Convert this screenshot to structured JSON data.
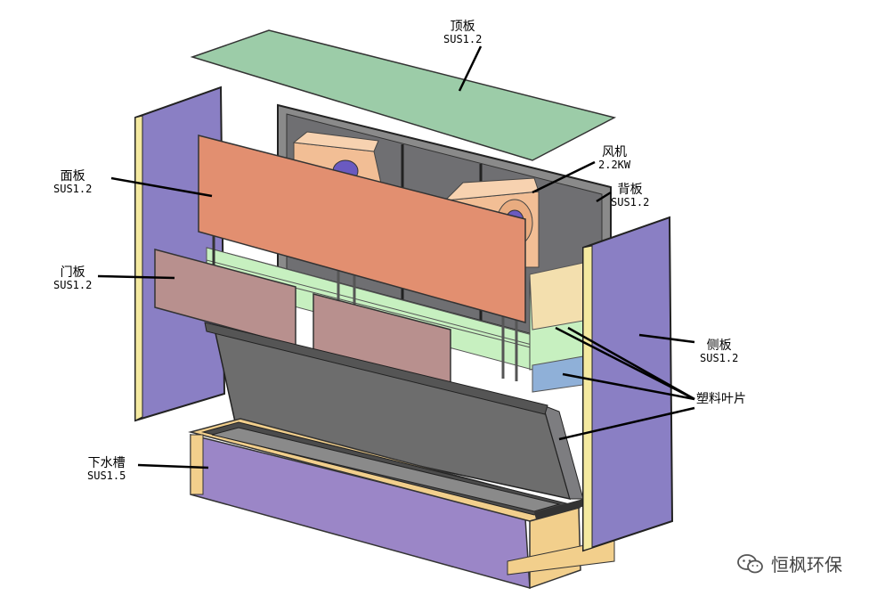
{
  "labels": {
    "top_panel": {
      "name": "顶板",
      "spec": "SUS1.2"
    },
    "fan": {
      "name": "风机",
      "spec": "2.2KW"
    },
    "back_panel": {
      "name": "背板",
      "spec": "SUS1.2"
    },
    "face_panel": {
      "name": "面板",
      "spec": "SUS1.2"
    },
    "door_panel": {
      "name": "门板",
      "spec": "SUS1.2"
    },
    "side_panel": {
      "name": "侧板",
      "spec": "SUS1.2"
    },
    "plastic_blade": {
      "name": "塑料叶片"
    },
    "drain_trough": {
      "name": "下水槽",
      "spec": "SUS1.5"
    }
  },
  "watermark": {
    "text": "恒枫环保",
    "icon": "wechat-icon"
  },
  "colors": {
    "top": "#9ccca8",
    "face": "#e28f70",
    "door": "#b8908e",
    "side": "#8a7fc4",
    "fill_green": "#c7f0c0",
    "fan": "#f2be95",
    "trough": "#f2cf8c",
    "base": "#9b86c7",
    "grey": "#6d6d6d"
  }
}
